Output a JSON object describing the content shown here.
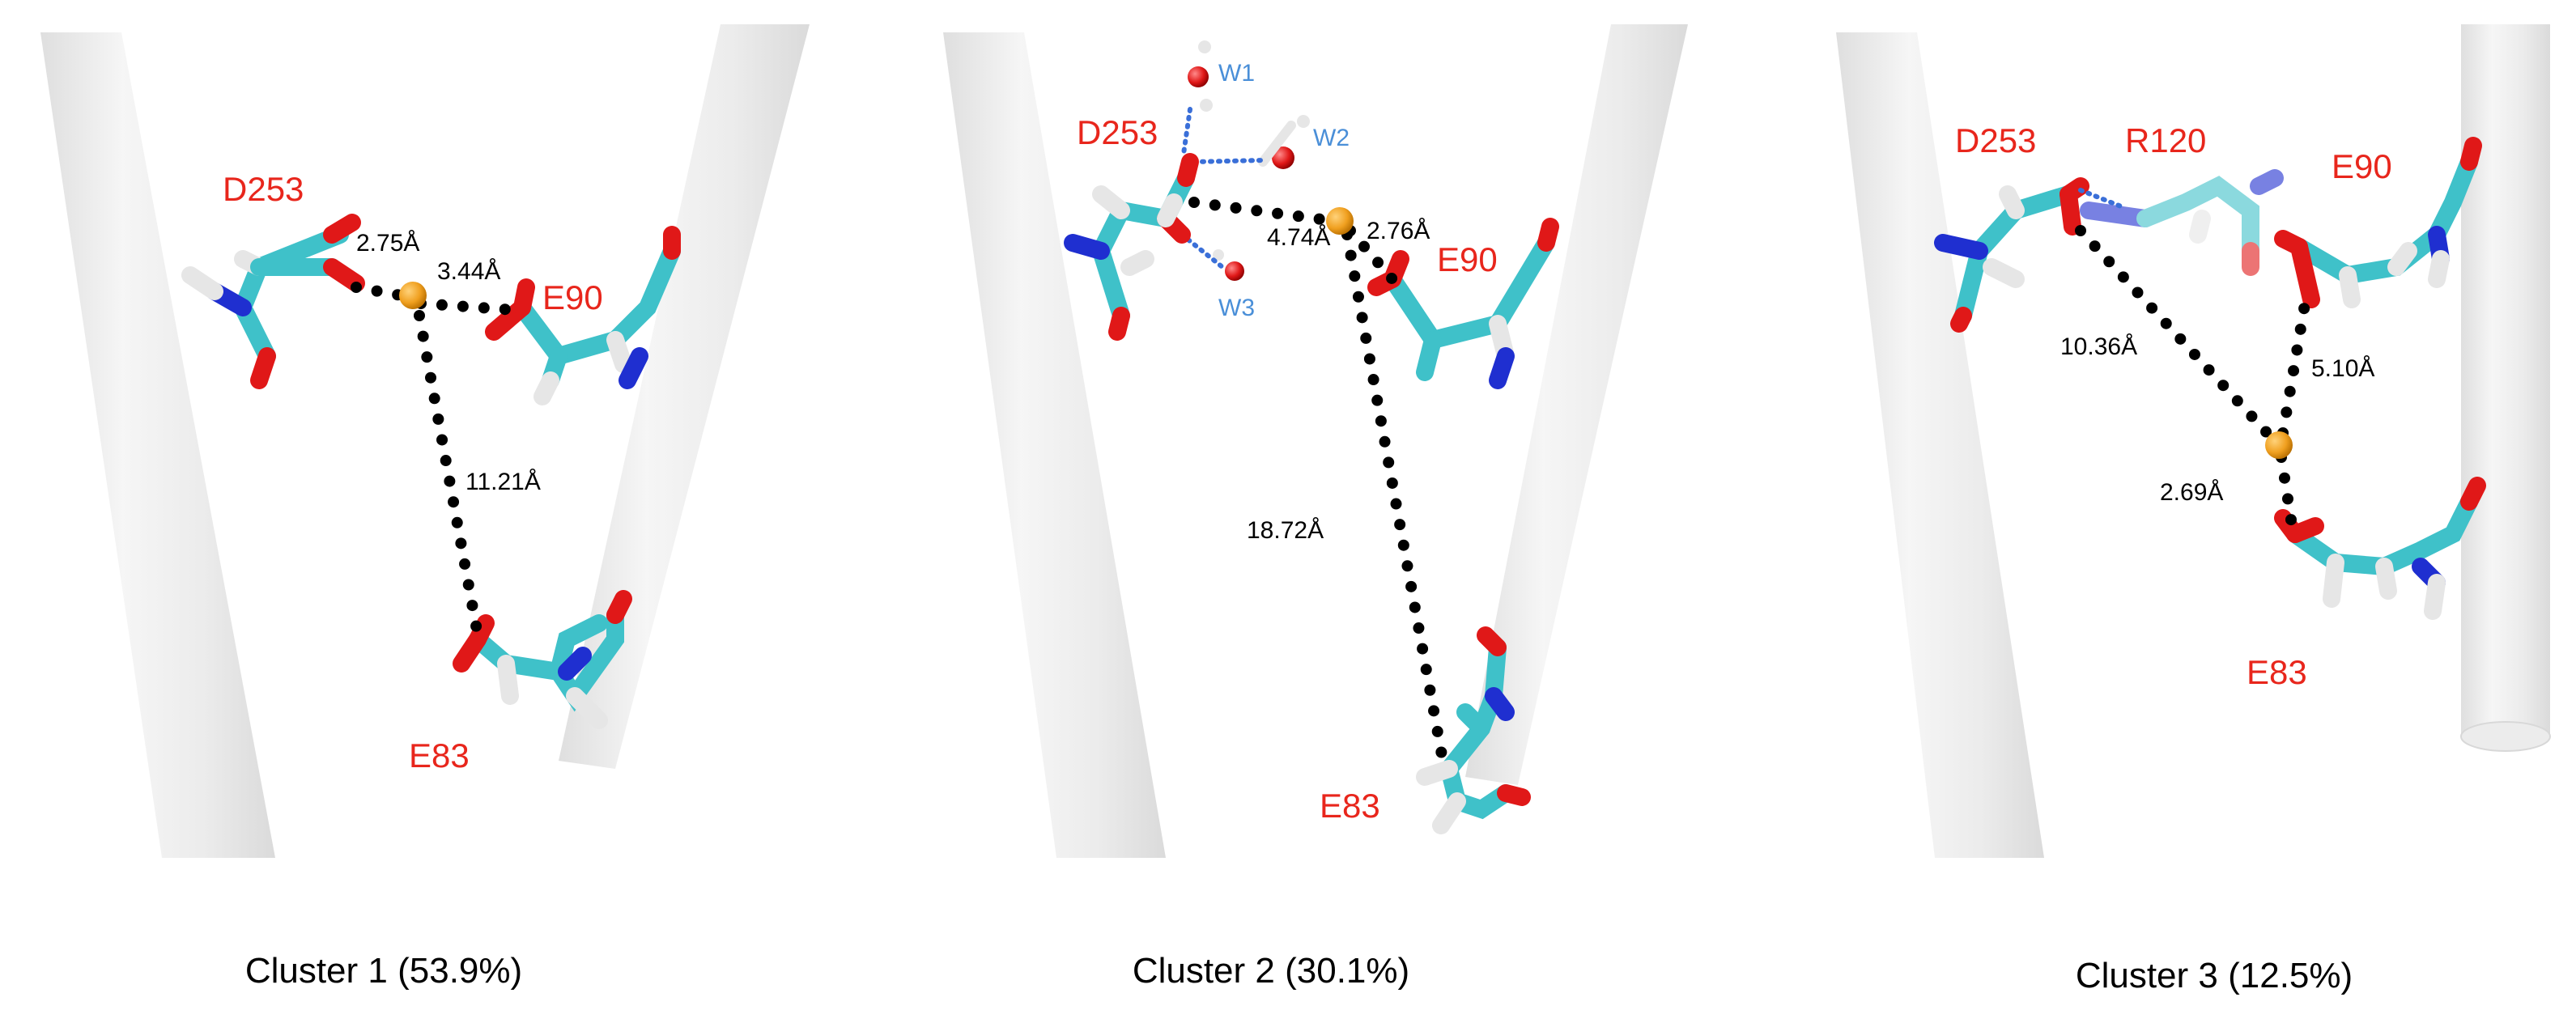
{
  "panels": [
    {
      "caption": "Cluster 1 (53.9%)",
      "residues": [
        "D253",
        "E90",
        "E83"
      ],
      "distances": [
        "2.75Å",
        "3.44Å",
        "11.21Å"
      ]
    },
    {
      "caption": "Cluster 2 (30.1%)",
      "residues": [
        "D253",
        "E90",
        "E83"
      ],
      "waters": [
        "W1",
        "W2",
        "W3"
      ],
      "distances": [
        "4.74Å",
        "2.76Å",
        "18.72Å"
      ]
    },
    {
      "caption": "Cluster 3 (12.5%)",
      "residues": [
        "D253",
        "R120",
        "E90",
        "E83"
      ],
      "distances": [
        "10.36Å",
        "5.10Å",
        "2.69Å"
      ]
    }
  ],
  "colors": {
    "carbon": "#3fc1c9",
    "oxygen": "#e01818",
    "nitrogen": "#1f2fd0",
    "hydrogen": "#e6e6e6",
    "ion": "#f0a020",
    "residue_label": "#e8261c",
    "water_label": "#4a8fd8",
    "helix": "#ececec"
  }
}
